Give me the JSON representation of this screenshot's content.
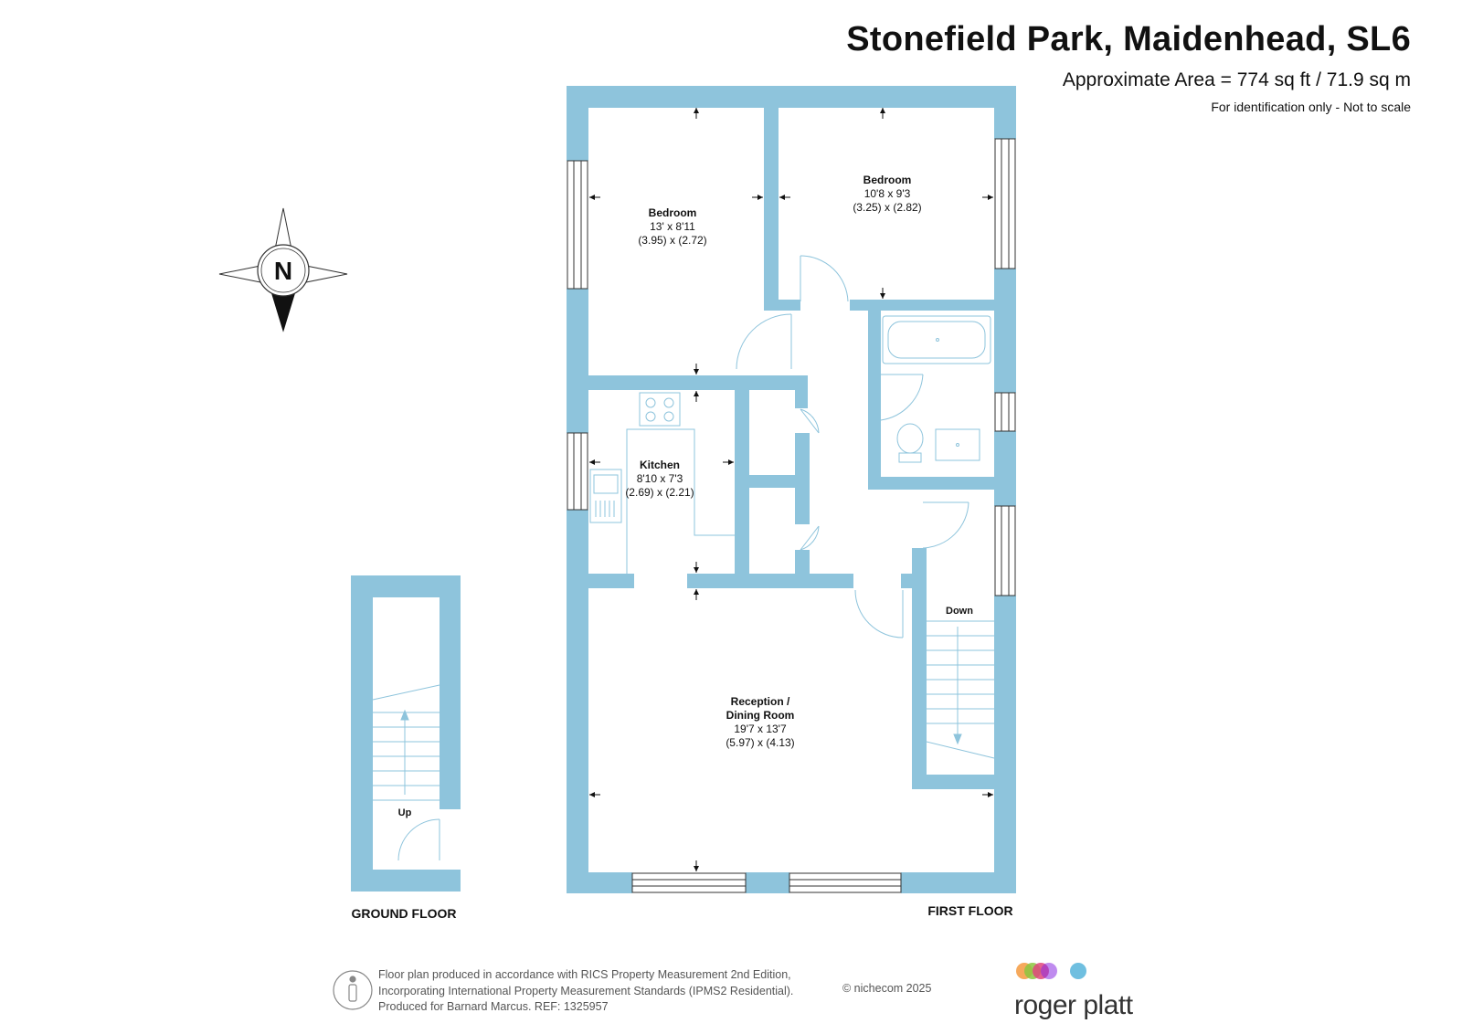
{
  "header": {
    "title": "Stonefield Park, Maidenhead, SL6",
    "area": "Approximate Area = 774 sq ft / 71.9 sq m",
    "note": "For identification only - Not to scale"
  },
  "compass": {
    "label": "N"
  },
  "rooms": [
    {
      "name": "Bedroom",
      "dimensions_imperial": "13' x 8'11",
      "dimensions_metric": "(3.95) x (2.72)"
    },
    {
      "name": "Bedroom",
      "dimensions_imperial": "10'8 x 9'3",
      "dimensions_metric": "(3.25) x (2.82)"
    },
    {
      "name": "Kitchen",
      "dimensions_imperial": "8'10 x 7'3",
      "dimensions_metric": "(2.69) x (2.21)"
    },
    {
      "name_line1": "Reception /",
      "name_line2": "Dining Room",
      "dimensions_imperial": "19'7 x 13'7",
      "dimensions_metric": "(5.97) x (4.13)"
    }
  ],
  "stairs": {
    "down_label": "Down",
    "up_label": "Up"
  },
  "floors": {
    "ground": "GROUND FLOOR",
    "first": "FIRST FLOOR"
  },
  "footer": {
    "line1": "Floor plan produced in accordance with RICS Property Measurement 2nd Edition,",
    "line2": "Incorporating International Property Measurement Standards (IPMS2 Residential).",
    "line3": "Produced for Barnard Marcus.   REF:  1325957",
    "copyright": "© nichecom 2025",
    "brand": "roger platt"
  },
  "colors": {
    "wall": "#8ec4dc",
    "brand_dots": [
      "#f5a04a",
      "#8cc63f",
      "#e0457b",
      "#8a2be2",
      "#6fbfe0"
    ]
  },
  "icons": [
    "compass-icon",
    "info-person-icon",
    "brand-dots-logo"
  ]
}
